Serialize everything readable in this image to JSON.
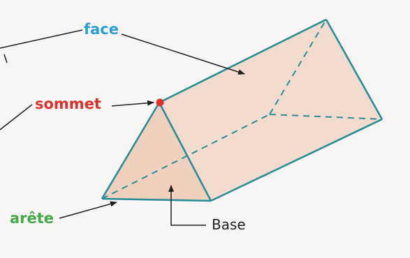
{
  "labels": {
    "face": "face",
    "sommet": "sommet",
    "arete": "arête",
    "base": "Base"
  },
  "colors": {
    "face_label": "#2b9fd2",
    "sommet_label": "#d7322b",
    "arete_label": "#45a847",
    "base_label": "#1f1f1f",
    "edge": "#2a8c96",
    "fill": "#f2dcd0",
    "vertex": "#d9322b"
  }
}
